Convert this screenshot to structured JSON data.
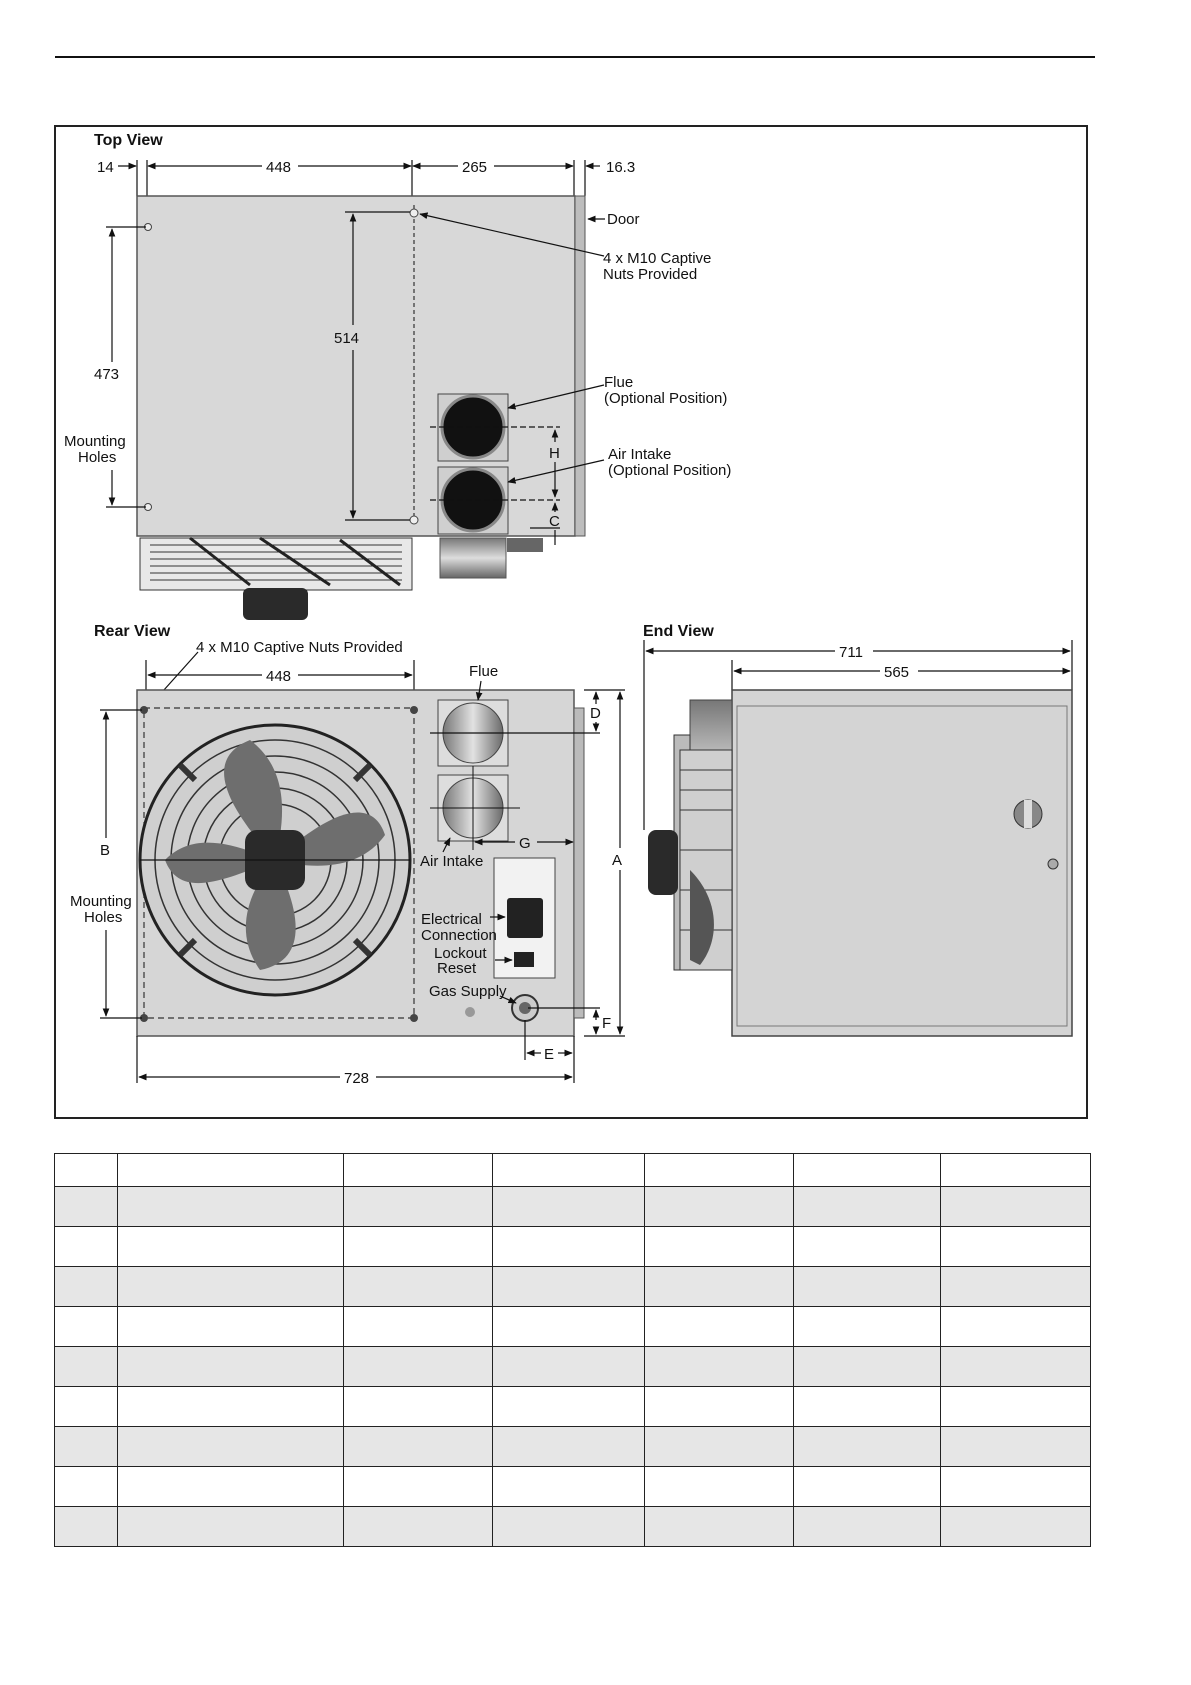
{
  "views": {
    "top": {
      "title": "Top View",
      "dims": {
        "d14": "14",
        "d448": "448",
        "d265": "265",
        "d16_3": "16.3",
        "d514": "514",
        "d473": "473"
      },
      "labels": {
        "door": "Door",
        "nuts_line1": "4 x M10 Captive",
        "nuts_line2": "Nuts Provided",
        "mount_line1": "Mounting",
        "mount_line2": "Holes",
        "flue_line1": "Flue",
        "flue_line2": "(Optional Position)",
        "air_line1": "Air Intake",
        "air_line2": "(Optional Position)",
        "H": "H",
        "C": "C"
      }
    },
    "rear": {
      "title": "Rear View",
      "dims": {
        "d448": "448",
        "d728": "728"
      },
      "labels": {
        "nuts": "4 x M10 Captive Nuts Provided",
        "flue": "Flue",
        "air": "Air Intake",
        "elec_line1": "Electrical",
        "elec_line2": "Connection",
        "lock_line1": "Lockout",
        "lock_line2": "Reset",
        "gas": "Gas Supply",
        "mount_line1": "Mounting",
        "mount_line2": "Holes",
        "A": "A",
        "B": "B",
        "D": "D",
        "E": "E",
        "F": "F",
        "G": "G"
      }
    },
    "end": {
      "title": "End View",
      "dims": {
        "d711": "711",
        "d565": "565"
      }
    }
  },
  "table": {
    "header_cells": [
      "",
      "",
      "",
      "",
      "",
      "",
      ""
    ],
    "rows": [
      [
        "",
        "",
        "",
        "",
        "",
        "",
        ""
      ],
      [
        "",
        "",
        "",
        "",
        "",
        "",
        ""
      ],
      [
        "",
        "",
        "",
        "",
        "",
        "",
        ""
      ],
      [
        "",
        "",
        "",
        "",
        "",
        "",
        ""
      ],
      [
        "",
        "",
        "",
        "",
        "",
        "",
        ""
      ],
      [
        "",
        "",
        "",
        "",
        "",
        "",
        ""
      ],
      [
        "",
        "",
        "",
        "",
        "",
        "",
        ""
      ],
      [
        "",
        "",
        "",
        "",
        "",
        "",
        ""
      ],
      [
        "",
        "",
        "",
        "",
        "",
        "",
        ""
      ]
    ]
  }
}
